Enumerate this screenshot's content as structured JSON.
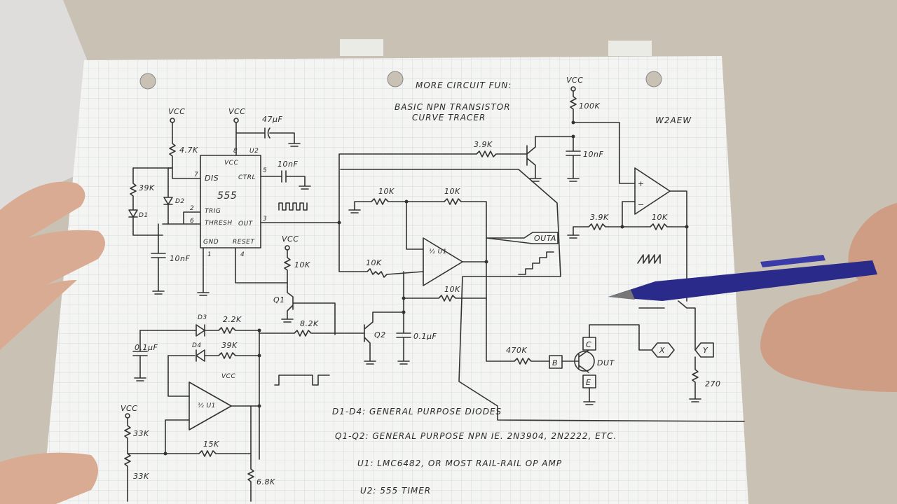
{
  "header": {
    "title": "MORE CIRCUIT FUN:",
    "subtitle1": "BASIC NPN TRANSISTOR",
    "subtitle2": "CURVE TRACER",
    "callsign": "W2AEW"
  },
  "labels": {
    "vcc": "VCC",
    "r47k": "4.7K",
    "r39k": "39K",
    "d1": "D1",
    "d2": "D2",
    "c10nf_a": "10nF",
    "dis": "DIS",
    "trig": "TRIG",
    "thresh": "THRESH",
    "gnd": "GND",
    "reset": "RESET",
    "vcc_u2": "VCC",
    "ctrl": "CTRL",
    "out": "OUT",
    "ic555": "555",
    "u2": "U2",
    "pin8": "8",
    "pin7": "7",
    "pin2": "2",
    "pin6": "6",
    "pin1": "1",
    "pin4": "4",
    "pin5": "5",
    "pin3": "3",
    "c47uf": "47μF",
    "c10nf_b": "10nF",
    "r10k_a": "10K",
    "q1": "Q1",
    "r39k_top": "3.9K",
    "r10k_b": "10K",
    "r10k_c": "10K",
    "r10k_d": "10K",
    "r10k_e": "10K",
    "half_u1_a": "½ U1",
    "out_a": "OUTA",
    "r100k": "100K",
    "c10nf_c": "10nF",
    "r39k_b": "3.9K",
    "r10k_f": "10K",
    "d3": "D3",
    "r22k": "2.2K",
    "d4": "D4",
    "r39k_c": "39K",
    "c01uf_a": "0.1μF",
    "r82k": "8.2K",
    "q2": "Q2",
    "c01uf_b": "0.1μF",
    "half_u1_b": "½ U1",
    "vcc_b": "VCC",
    "r33k_a": "33K",
    "r33k_b": "33K",
    "r15k": "15K",
    "r68k": "6.8K",
    "r470k": "470K",
    "b": "B",
    "c": "C",
    "e": "E",
    "dut": "DUT",
    "x": "X",
    "y": "Y",
    "r270": "270"
  },
  "notes": [
    "D1-D4: GENERAL PURPOSE DIODES",
    "Q1-Q2: GENERAL PURPOSE NPN IE. 2N3904, 2N2222, ETC.",
    "U1: LMC6482, OR MOST RAIL-RAIL OP AMP",
    "U2: 555 TIMER"
  ],
  "colors": {
    "paper": "#f4f5f2",
    "grid": "#c9d3dc",
    "ink": "#333333",
    "table": "#c9c2b4",
    "pen": "#2a2a8a"
  }
}
